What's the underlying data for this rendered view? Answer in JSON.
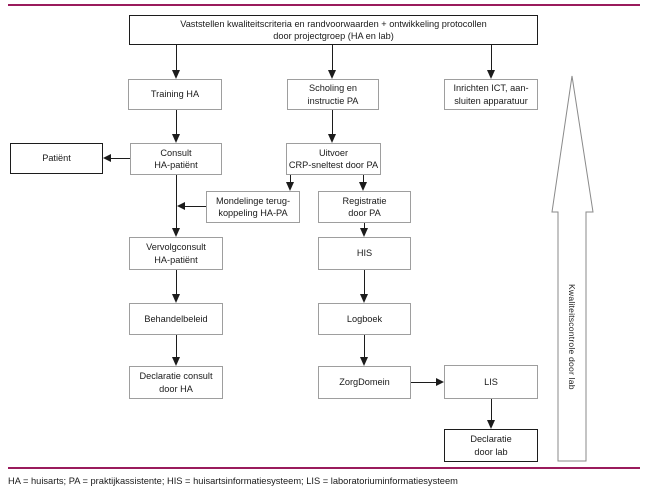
{
  "figure": {
    "nodes": {
      "top_box": "Vaststellen kwaliteitscriteria en randvoorwaarden + ontwikkeling protocollen\ndoor projectgroep (HA en lab)",
      "training_ha": "Training HA",
      "scholing_pa": "Scholing en\ninstructie PA",
      "inrichten_ict": "Inrichten ICT, aan-\nsluiten apparatuur",
      "patient": "Patiënt",
      "consult_ha_patient": "Consult\nHA-patiënt",
      "uitvoer_crp": "Uitvoer\nCRP-sneltest door PA",
      "mondelinge_terugkoppeling": "Mondelinge terug-\nkoppeling HA-PA",
      "registratie_pa": "Registratie\ndoor PA",
      "vervolgconsult": "Vervolgconsult\nHA-patiënt",
      "his": "HIS",
      "behandelbeleid": "Behandelbeleid",
      "logboek": "Logboek",
      "declaratie_consult_ha": "Declaratie consult\ndoor HA",
      "zorgdomein": "ZorgDomein",
      "lis": "LIS",
      "declaratie_lab": "Declaratie\ndoor lab"
    },
    "quality_arrow_label": "Kwaliteitscontrole door lab",
    "legend": "HA = huisarts; PA = praktijkassistente; HIS = huisartsinformatiesysteem; LIS = laboratoriuminformatiesysteem",
    "colors": {
      "rule": "#9a1b5c",
      "box_border_gray": "#9e9e9e",
      "box_border_black": "#1c1c1c",
      "connector": "#1c1c1c",
      "background": "#ffffff"
    }
  }
}
